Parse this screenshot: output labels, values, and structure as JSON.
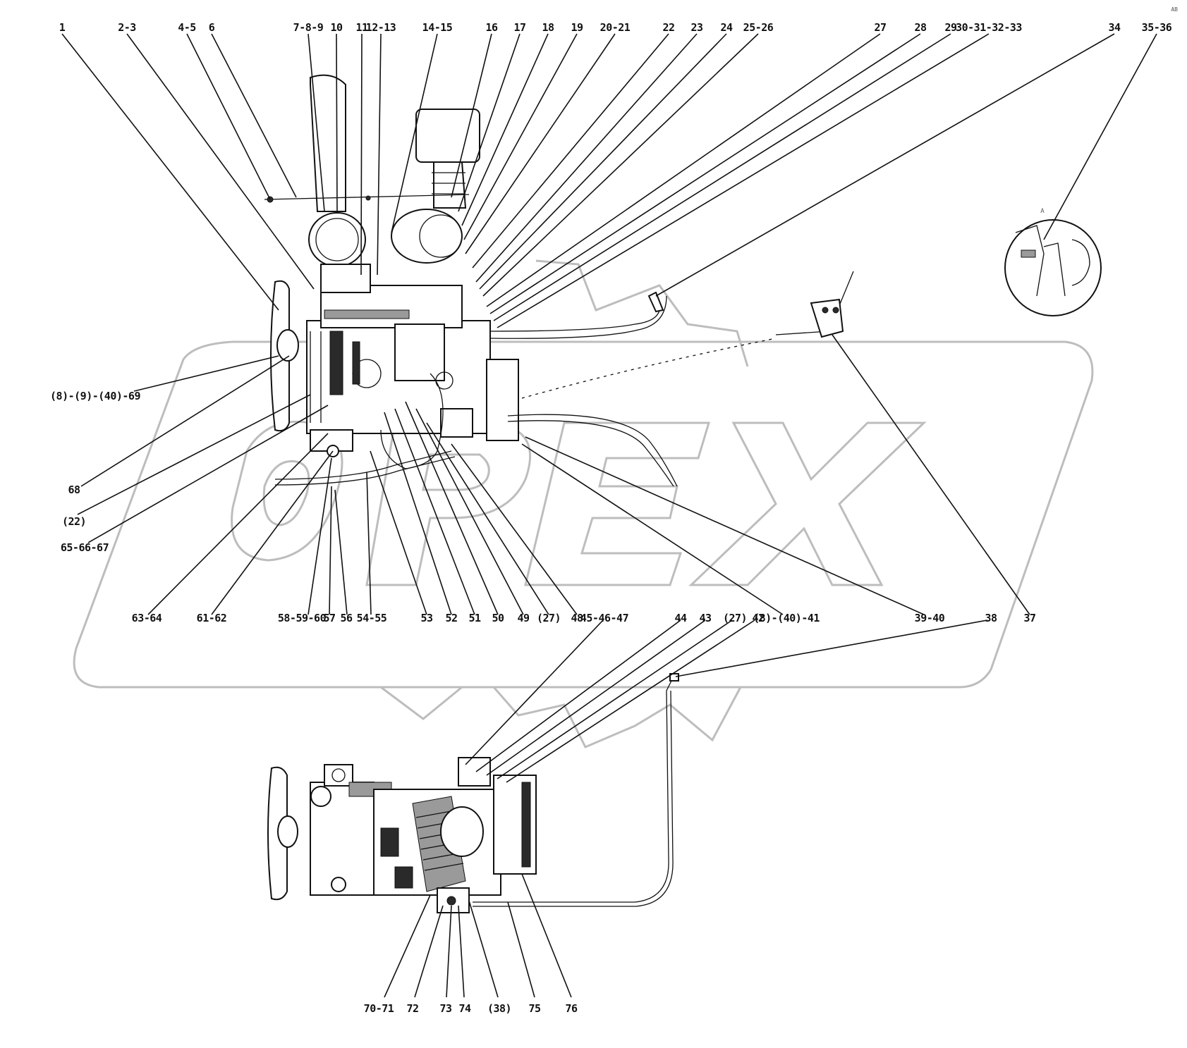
{
  "diagram": {
    "watermark": "OPEX",
    "detail_view_mark": "A",
    "tiny_label": "AB",
    "callouts_top": [
      "1",
      "2-3",
      "4-5",
      "6",
      "7-8-9",
      "10",
      "11",
      "12-13",
      "14-15",
      "16",
      "17",
      "18",
      "19",
      "20-21",
      "22",
      "23",
      "24",
      "25-26",
      "27",
      "28",
      "29",
      "30-31-32-33",
      "34",
      "35-36"
    ],
    "callouts_left": [
      "(8)-(9)-(40)-69",
      "68",
      "(22)",
      "65-66-67"
    ],
    "callouts_mid": [
      "63-64",
      "61-62",
      "58-59-60",
      "57",
      "56",
      "54-55",
      "53",
      "52",
      "51",
      "50",
      "49",
      "(27)",
      "48",
      "45-46-47",
      "44",
      "43",
      "(27)",
      "42",
      "(8)-(40)-41",
      "39-40",
      "38",
      "37"
    ],
    "callouts_bottom": [
      "70-71",
      "72",
      "73",
      "74",
      "(38)",
      "75",
      "76"
    ],
    "colors": {
      "ink": "#111111",
      "watermark": "#bdbdbd",
      "background": "#ffffff"
    }
  }
}
